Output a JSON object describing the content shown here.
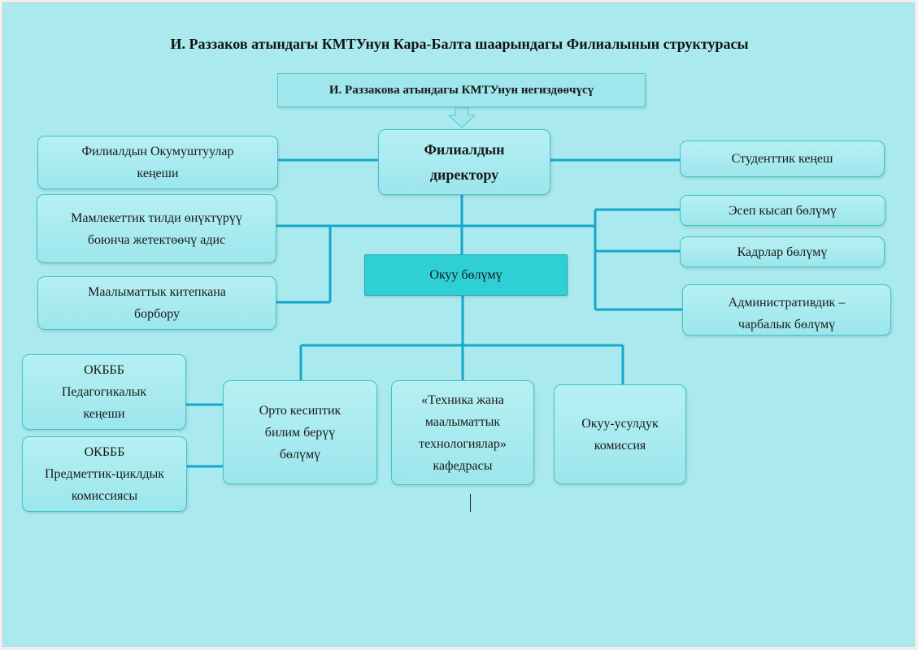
{
  "diagram": {
    "title": "И. Раззаков атындагы КМТУнун Кара-Балта шаарындагы Филиалынын структурасы",
    "founder": "И. Раззакова атындагы КМТУнун негиздөөчүсү",
    "director": [
      "Филиалдын",
      "директору"
    ],
    "left_nodes": {
      "scientific_council": [
        "Филиалдын Окумуштуулар",
        "кеңеши"
      ],
      "state_language": [
        "Мамлекеттик тилди өнүктүрүү",
        "боюнча жетектөөчү адис"
      ],
      "library": [
        "Маалыматтык китепкана",
        "борбору"
      ]
    },
    "right_nodes": {
      "student_council": "Студенттик кеңеш",
      "accounting": "Эсеп кысап бөлүмү",
      "personnel": "Кадрлар бөлүмү",
      "administrative": [
        "Административдик –",
        "чарбалык бөлүмү"
      ]
    },
    "academic_department": "Окуу бөлүмү",
    "bottom_nodes": {
      "vocational": [
        "Орто кесиптик",
        "билим берүү",
        "бөлүмү"
      ],
      "it_chair": [
        "«Техника жана",
        "маалыматтык",
        "технологиялар»",
        "кафедрасы"
      ],
      "methodical": [
        "Окуу-усулдук",
        "комиссия"
      ],
      "pedagogical_council": [
        "ОКБББ",
        "Педагогикалык",
        "кеңеши"
      ],
      "subject_commission": [
        "ОКБББ",
        "Предметтик-циклдык",
        "комиссиясы"
      ]
    },
    "colors": {
      "background": "#aaeaee",
      "box_fill": "#a8ecf0",
      "box_border": "#3fc3cf",
      "accent_box": "#2fcfd6",
      "connector": "#15a7c9"
    }
  }
}
